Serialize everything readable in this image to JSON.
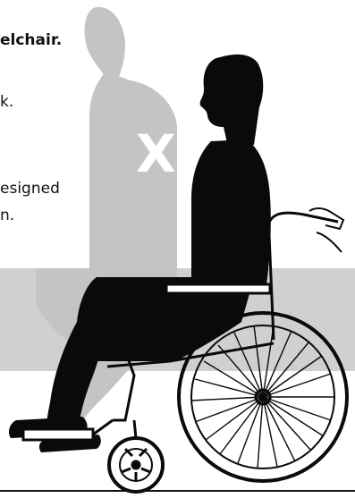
{
  "text": {
    "heading_fragment": "elchair.",
    "line_2": "k.",
    "line_3": "esigned",
    "line_4": "n."
  },
  "illustration": {
    "ghost_marker": "X"
  },
  "colors": {
    "ghost": "#c4c4c4",
    "band": "#d0d0d0",
    "silhouette": "#0a0a0a"
  }
}
